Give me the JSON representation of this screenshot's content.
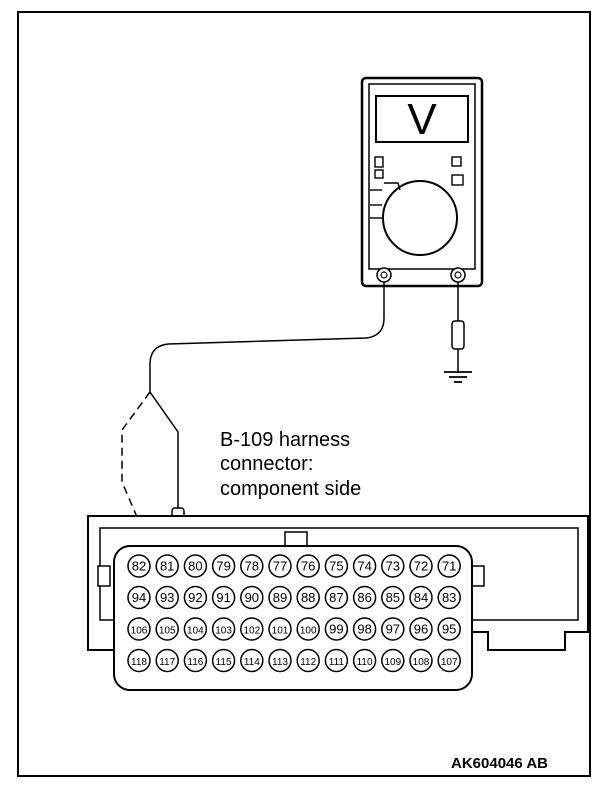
{
  "caption": {
    "line1": "B-109 harness",
    "line2": "connector:",
    "line3": "component side"
  },
  "figure_code": "AK604046 AB",
  "meter": {
    "display_symbol": "V"
  },
  "connector": {
    "rows": [
      [
        "82",
        "81",
        "80",
        "79",
        "78",
        "77",
        "76",
        "75",
        "74",
        "73",
        "72",
        "71"
      ],
      [
        "94",
        "93",
        "92",
        "91",
        "90",
        "89",
        "88",
        "87",
        "86",
        "85",
        "84",
        "83"
      ],
      [
        "106",
        "105",
        "104",
        "103",
        "102",
        "101",
        "100",
        "99",
        "98",
        "97",
        "96",
        "95"
      ],
      [
        "118",
        "117",
        "116",
        "115",
        "114",
        "113",
        "112",
        "111",
        "110",
        "109",
        "108",
        "107"
      ]
    ],
    "probe_pin": "81",
    "alt_probe_pin": "93"
  },
  "colors": {
    "line": "#000000",
    "background": "#ffffff"
  }
}
